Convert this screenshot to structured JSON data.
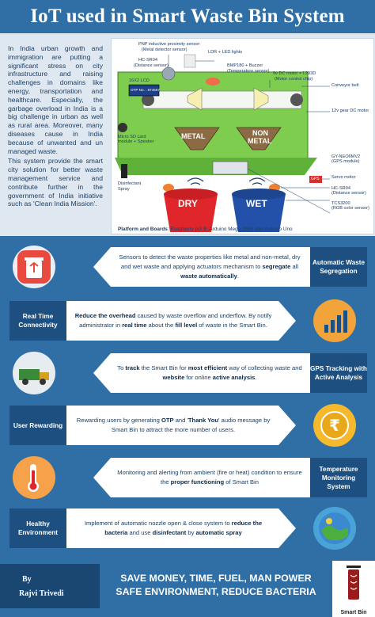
{
  "header": {
    "title": "IoT used in Smart Waste Bin System"
  },
  "intro": {
    "paragraph1": "In India urban growth and immigration are putting a significant stress on city infrastructure and raising challenges in domains like energy, transportation and healthcare. Especially, the garbage overload in India is a big challenge in urban as well as rural area. Moreover, many diseases cause in India because of unwanted and un managed waste.",
    "paragraph2": "This system provide the smart city solution for better waste management service and contribute further in the government of India initiative such as 'Clean India Mission'."
  },
  "diagram": {
    "labels": {
      "pnp": "PNP inductive proximity sensor",
      "metal_det": "(Metal detector sensor)",
      "ldr": "LDR + LED lights",
      "hcsr04_top": "HC-SR04",
      "distance_top": "(Distance sensor)",
      "bmp": "BMP180 + Buzzer",
      "temp": "(Temperature sensor)",
      "dc9v": "9v DC motor + L293D",
      "motor_chip": "(Motor control chip)",
      "lcd": "16X2 LCD",
      "otp": "OTP No. : 874567",
      "conveyor": "Conveyor belt",
      "gear": "12v gear DC motor",
      "sd1": "Micro SD card",
      "sd2": "module + Speaker",
      "metal": "METAL",
      "nonmetal1": "NON",
      "nonmetal2": "METAL",
      "gps1": "GY-NEO6MV2",
      "gps2": "(GPS module)",
      "gps_chip": "GPS",
      "servo": "Servo motor",
      "disinfectant1": "Disinfectant",
      "disinfectant2": "Spray",
      "dry": "DRY",
      "wet": "WET",
      "hcsr04_bot": "HC-SR04",
      "distance_bot": "(Distance sensor)",
      "tcs1": "TCS3200",
      "tcs2": "(RGB color sensor)"
    },
    "platform_label": "Platform and Boards",
    "platform_value": ": Raspberry pi3 B, Arduino Mega 2560 and Arduino Uno"
  },
  "features": [
    {
      "title": "Automatic Waste Segregation",
      "icon": "recycle-bin-icon",
      "t1": "Sensors to detect the waste properties like metal and non-metal, dry and wet waste and applying actuators mechanism to ",
      "b1": "segregate",
      "t2": " all ",
      "b2": "waste automatically",
      "t3": "."
    },
    {
      "title": "Real Time Connectivity",
      "icon": "signal-bars-icon",
      "b1": "Reduce the overhead",
      "t1": " caused by waste overflow and underflow. By notify administrator in ",
      "b2": "real time",
      "t2": " about the ",
      "b3": "fill level",
      "t3": "  of waste in the Smart Bin."
    },
    {
      "title": "GPS Tracking with Active Analysis",
      "icon": "garbage-truck-icon",
      "t1": "To ",
      "b1": "track",
      "t2": " the Smart Bin for ",
      "b2": "most efficient",
      "t3": " way of collecting waste and ",
      "b3": "website",
      "t4": " for online ",
      "b4": "active analysis",
      "t5": "."
    },
    {
      "title": "User Rewarding",
      "icon": "rupee-coin-icon",
      "t1": "Rewarding users by generating  ",
      "b1": "OTP",
      "t2": " and '",
      "b2": "Thank You",
      "t3": "' audio message by Smart Bin to attract the more number of users."
    },
    {
      "title": "Temperature Monitoring System",
      "icon": "thermometer-icon",
      "t1": "Monitoring and alerting from ambient (fire or heat) condition to ensure the ",
      "b1": "proper functioning",
      "t2": " of Smart Bin"
    },
    {
      "title": "Healthy Environment",
      "icon": "green-earth-icon",
      "t1": "Implement of automatic nozzle open & close system to ",
      "b1": "reduce the bacteria",
      "t2": " and use ",
      "b2": "disinfectant",
      "t3": " by ",
      "b3": "automatic spray"
    }
  ],
  "footer": {
    "by": "By",
    "author": "Rajvi Trivedi",
    "slogan1": "SAVE MONEY, TIME, FUEL, MAN POWER",
    "slogan2": "SAFE ENVIRONMENT, REDUCE BACTERIA",
    "logo_caption": "Smart Bin"
  },
  "colors": {
    "header_blue": "#2f6fa6",
    "dark_blue": "#1d4f80",
    "dry_bin": "#e0252b",
    "wet_bin": "#2350a8",
    "intro_bg": "#dfe8f1"
  }
}
